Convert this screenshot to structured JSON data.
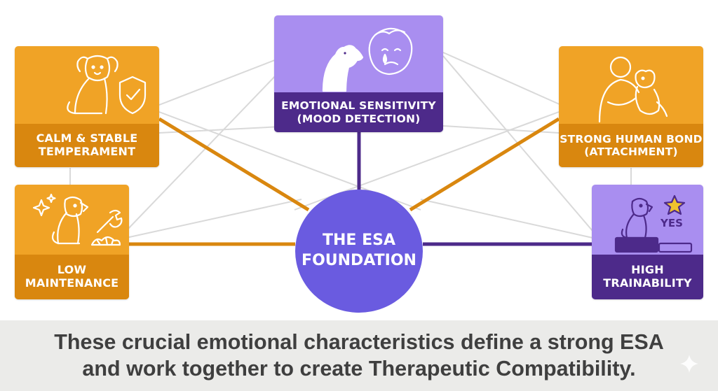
{
  "hub": {
    "lines": [
      "THE ESA",
      "FOUNDATION"
    ]
  },
  "cards": {
    "calm": {
      "lines": [
        "CALM & STABLE",
        "TEMPERAMENT"
      ]
    },
    "low_maintenance": {
      "lines": [
        "LOW",
        "MAINTENANCE"
      ]
    },
    "emotional_sensitivity": {
      "lines": [
        "EMOTIONAL SENSITIVITY",
        "(MOOD DETECTION)"
      ]
    },
    "human_bond": {
      "lines": [
        "STRONG HUMAN BOND",
        "(ATTACHMENT)"
      ]
    },
    "trainability": {
      "lines": [
        "HIGH",
        "TRAINABILITY"
      ],
      "badge": "YES"
    }
  },
  "caption": {
    "lines": [
      "These crucial emotional characteristics define a strong ESA",
      "and work together to create Therapeutic Compatibility."
    ]
  },
  "colors": {
    "orange_card": "#f0a326",
    "orange_band": "#d9870f",
    "purple_card": "#a98ef0",
    "purple_band": "#4d2a8a",
    "hub": "#6a5be0",
    "connector_orange": "#d9870f",
    "connector_purple": "#4d2a8a",
    "mesh": "#d8d8d8"
  },
  "icons": [
    "dog-icon",
    "shield-check-icon",
    "sparkle-icon",
    "wrench-icon",
    "crying-face-icon",
    "hug-icon",
    "star-icon",
    "podium-icon"
  ]
}
